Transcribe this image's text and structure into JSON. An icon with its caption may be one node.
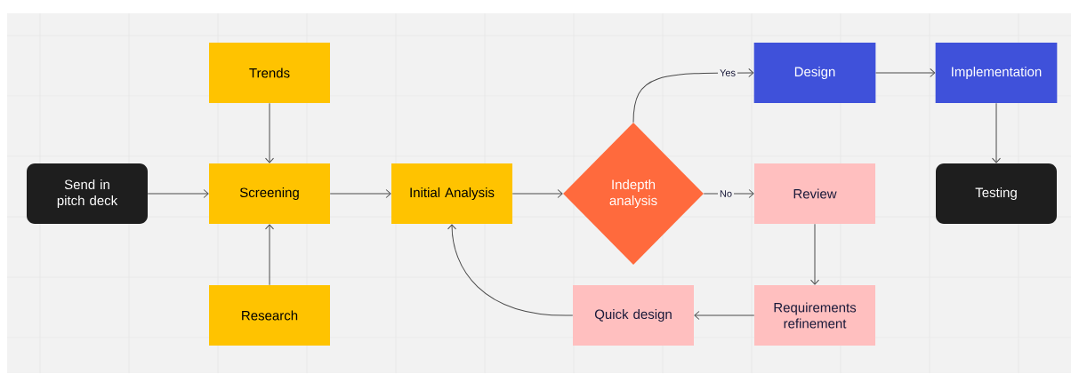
{
  "diagram": {
    "nodes": [
      {
        "text": [
          "Send in pitch deck"
        ]
      },
      {
        "text": [
          "Trends"
        ]
      },
      {
        "text": [
          "Screening"
        ]
      },
      {
        "text": [
          "Research"
        ]
      },
      {
        "text": [
          "Initial Analysis"
        ]
      },
      {
        "text": [
          "Indepth analysis"
        ]
      },
      {
        "text": [
          "Design"
        ]
      },
      {
        "text": [
          "Implementation"
        ]
      },
      {
        "text": [
          "Review"
        ]
      },
      {
        "text": [
          "Testing"
        ]
      },
      {
        "text": [
          "Requirements refinement"
        ]
      },
      {
        "text": [
          "Quick design"
        ]
      }
    ],
    "edges": [
      {
        "from": 0,
        "to": 2,
        "arrow": "to"
      },
      {
        "from": 1,
        "to": 2,
        "arrow": "to"
      },
      {
        "from": 3,
        "to": 2,
        "arrow": "to"
      },
      {
        "from": 2,
        "to": 4,
        "arrow": "to"
      },
      {
        "from": 4,
        "to": 5,
        "arrow": "to"
      },
      {
        "from": 5,
        "to": 6,
        "arrow": "to",
        "label": "Yes"
      },
      {
        "from": 5,
        "to": 8,
        "arrow": "to",
        "label": "No"
      },
      {
        "from": 6,
        "to": 7,
        "arrow": "to"
      },
      {
        "from": 7,
        "to": 9,
        "arrow": "to"
      },
      {
        "from": 8,
        "to": 10,
        "arrow": "to"
      },
      {
        "from": 10,
        "to": 11,
        "arrow": "to"
      },
      {
        "from": 11,
        "to": 4,
        "arrow": "to"
      }
    ]
  }
}
